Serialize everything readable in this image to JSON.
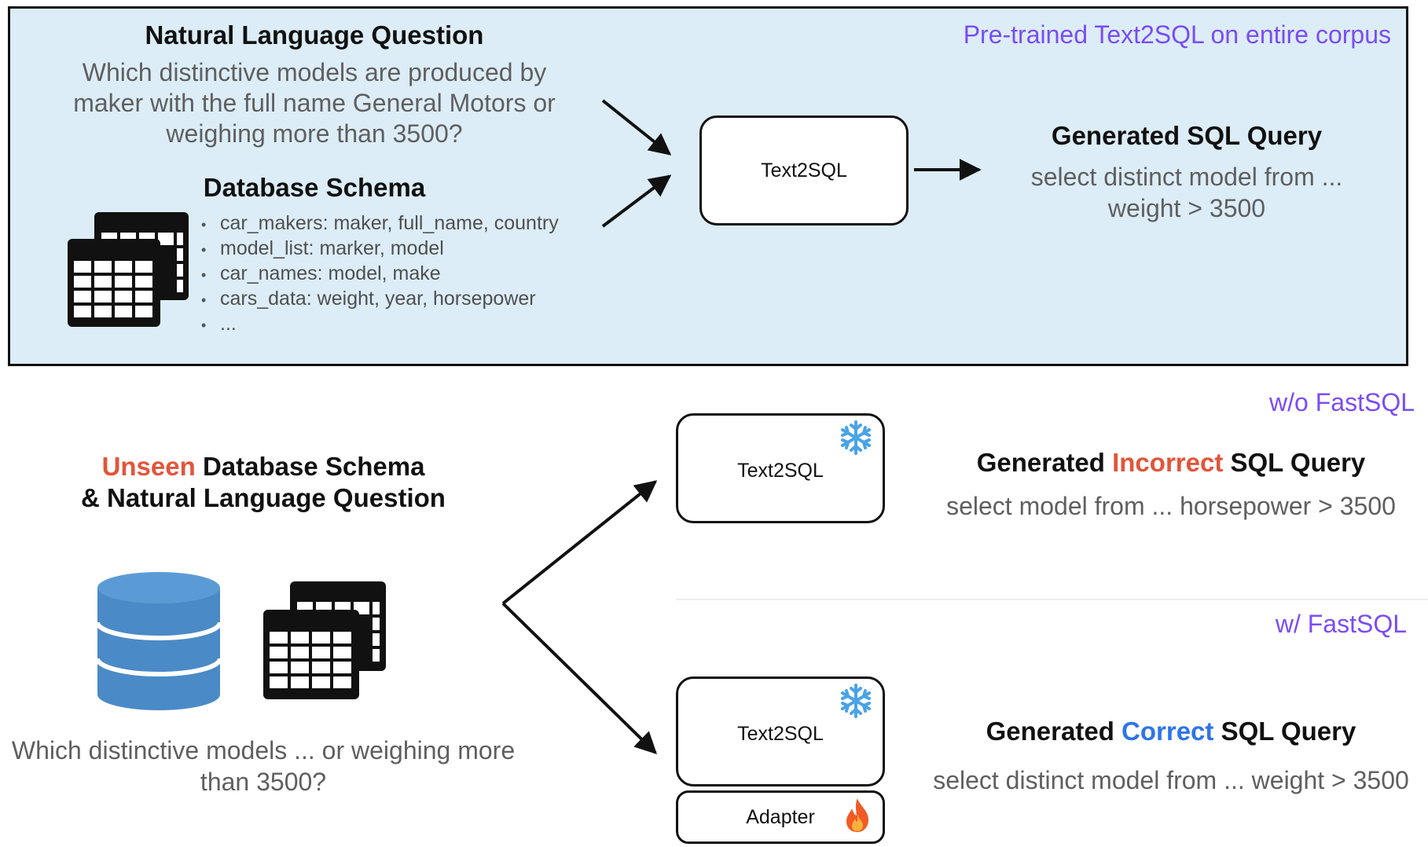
{
  "top": {
    "nlq_title": "Natural Language Question",
    "nlq_lines": [
      "Which distinctive models are produced by",
      "maker with the full name General Motors or",
      "weighing more than 3500?"
    ],
    "schema_title": "Database Schema",
    "schema_items": [
      "car_makers: maker, full_name, country",
      "model_list: marker, model",
      "car_names: model, make",
      "cars_data: weight, year, horsepower",
      "..."
    ],
    "pretrain_note": "Pre-trained Text2SQL on entire corpus",
    "model_label": "Text2SQL",
    "output_title": "Generated SQL Query",
    "output_lines": [
      "select distinct model from ...",
      "weight > 3500"
    ]
  },
  "bottom": {
    "input_title_highlight": "Unseen",
    "input_title_rest": " Database Schema",
    "input_title_line2": "& Natural Language Question",
    "question_lines": [
      "Which distinctive models ... or weighing more",
      "than 3500?"
    ],
    "without": {
      "label": "w/o FastSQL",
      "model_label": "Text2SQL",
      "output_prefix": "Generated ",
      "output_highlight": "Incorrect",
      "output_suffix": " SQL Query",
      "output_query": "select model from ... horsepower > 3500"
    },
    "with": {
      "label": "w/ FastSQL",
      "model_label": "Text2SQL",
      "adapter_label": "Adapter",
      "output_prefix": "Generated ",
      "output_highlight": "Correct",
      "output_suffix": " SQL Query",
      "output_query": "select distinct model from ... weight > 3500"
    }
  },
  "icons": [
    "table-stack-icon",
    "database-cylinder-icon",
    "snowflake-icon",
    "fire-icon",
    "arrow-icon"
  ],
  "colors": {
    "panel_bg": "#dcedf8",
    "purple_note": "#7b4cf5",
    "incorrect": "#e2553a",
    "correct": "#2f74ea",
    "database": "#4a8ac6"
  }
}
